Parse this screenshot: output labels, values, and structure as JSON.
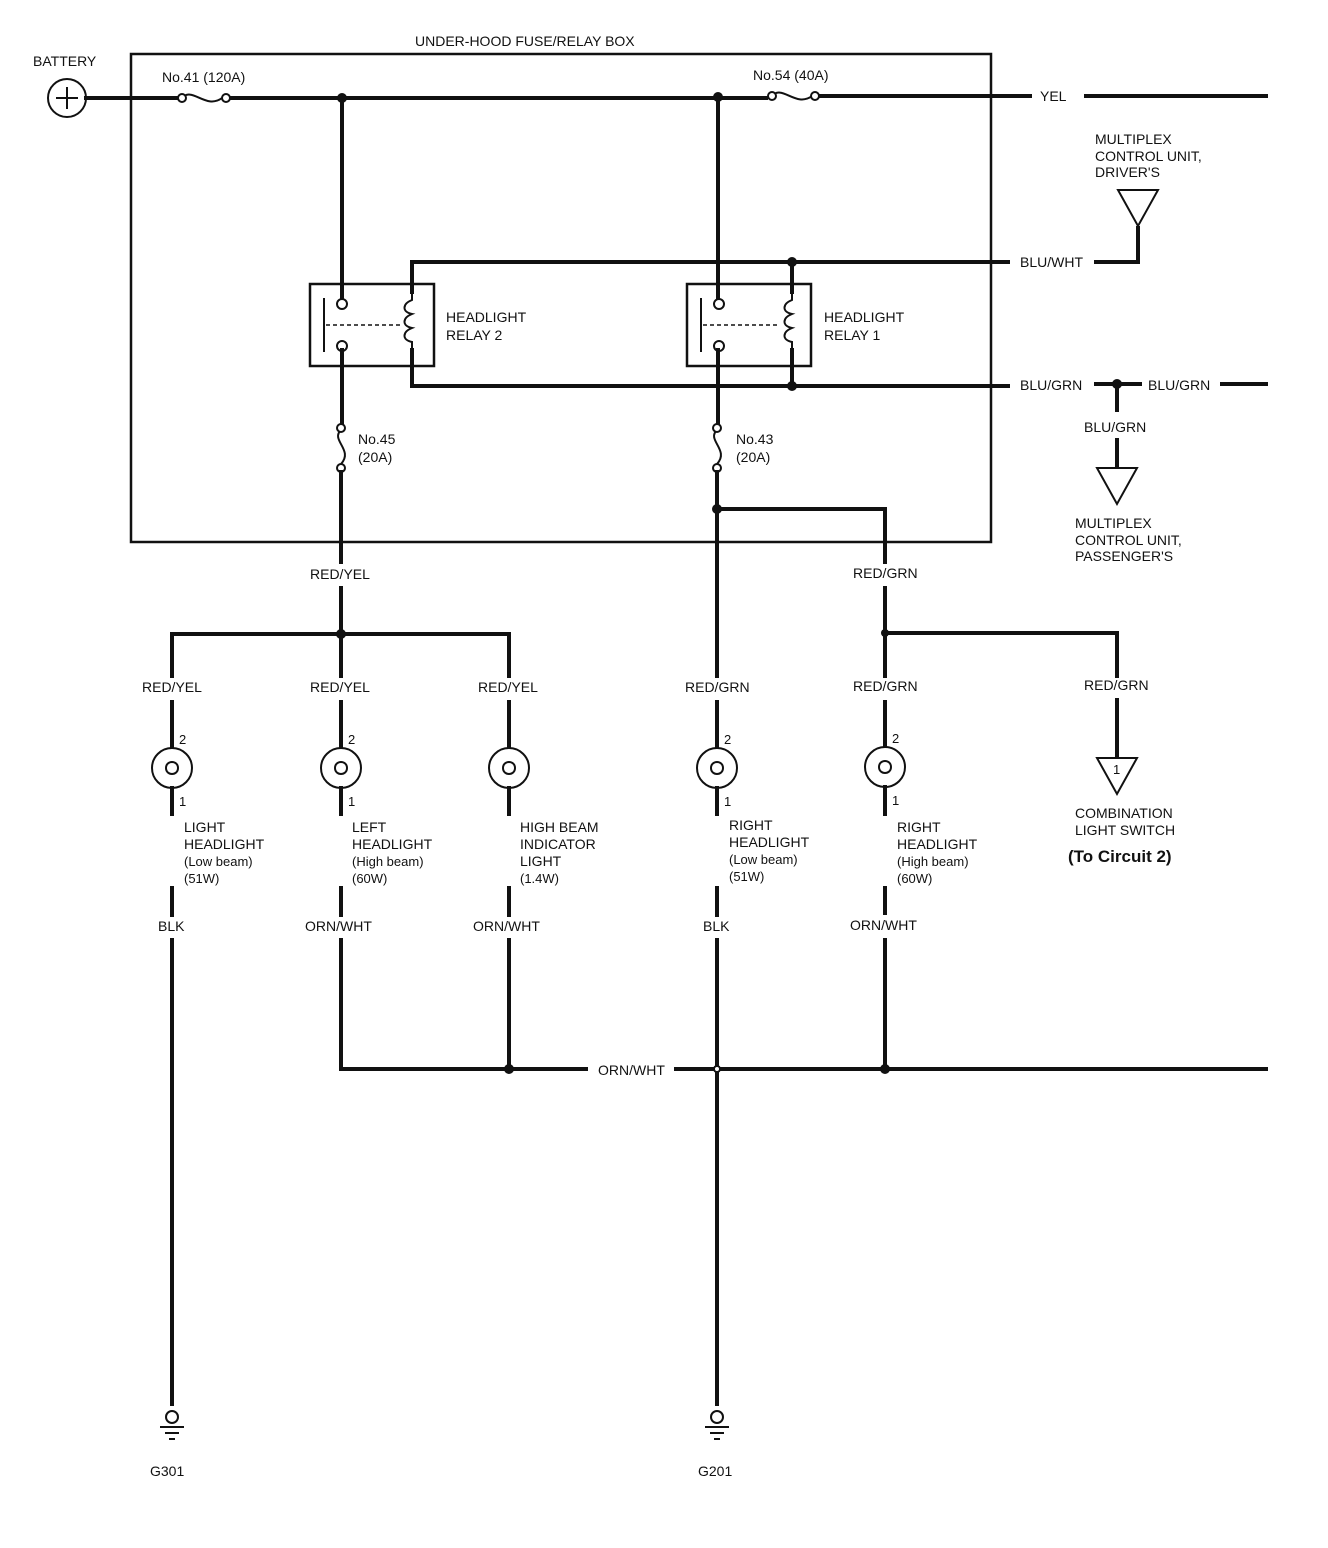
{
  "fuse_box": {
    "title": "UNDER-HOOD FUSE/RELAY BOX"
  },
  "battery": {
    "label": "BATTERY"
  },
  "fuses": {
    "f41": "No.41 (120A)",
    "f54": "No.54 (40A)",
    "f45_no": "No.45",
    "f45_amp": "(20A)",
    "f43_no": "No.43",
    "f43_amp": "(20A)"
  },
  "relays": {
    "relay2": [
      "HEADLIGHT",
      "RELAY 2"
    ],
    "relay1": [
      "HEADLIGHT",
      "RELAY 1"
    ]
  },
  "wires": {
    "yel": "YEL",
    "blu_wht": "BLU/WHT",
    "blu_grn_1": "BLU/GRN",
    "blu_grn_2": "BLU/GRN",
    "blu_grn_3": "BLU/GRN",
    "red_yel_main": "RED/YEL",
    "red_grn_main": "RED/GRN",
    "red_yel_a": "RED/YEL",
    "red_yel_b": "RED/YEL",
    "red_yel_c": "RED/YEL",
    "red_grn_a": "RED/GRN",
    "red_grn_b": "RED/GRN",
    "red_grn_c": "RED/GRN",
    "blk_a": "BLK",
    "orn_wht_a": "ORN/WHT",
    "orn_wht_b": "ORN/WHT",
    "blk_b": "BLK",
    "orn_wht_c": "ORN/WHT",
    "orn_wht_bus": "ORN/WHT"
  },
  "modules": {
    "mcu_driver": [
      "MULTIPLEX",
      "CONTROL UNIT,",
      "DRIVER'S"
    ],
    "mcu_passenger": [
      "MULTIPLEX",
      "CONTROL UNIT,",
      "PASSENGER'S"
    ],
    "combo_switch": [
      "COMBINATION",
      "LIGHT SWITCH"
    ],
    "combo_ref": "(To Circuit 2)",
    "combo_pin": "1"
  },
  "lamps": [
    {
      "pin_top": "2",
      "pin_bot": "1",
      "lines": [
        "LIGHT",
        "HEADLIGHT",
        "(Low beam)",
        "(51W)"
      ]
    },
    {
      "pin_top": "2",
      "pin_bot": "1",
      "lines": [
        "LEFT",
        "HEADLIGHT",
        "(High beam)",
        "(60W)"
      ]
    },
    {
      "pin_top": "",
      "pin_bot": "",
      "lines": [
        "HIGH BEAM",
        "INDICATOR",
        "LIGHT",
        "(1.4W)"
      ]
    },
    {
      "pin_top": "2",
      "pin_bot": "1",
      "lines": [
        "RIGHT",
        "HEADLIGHT",
        "(Low beam)",
        "(51W)"
      ]
    },
    {
      "pin_top": "2",
      "pin_bot": "1",
      "lines": [
        "RIGHT",
        "HEADLIGHT",
        "(High beam)",
        "(60W)"
      ]
    }
  ],
  "grounds": {
    "g301": "G301",
    "g201": "G201"
  }
}
